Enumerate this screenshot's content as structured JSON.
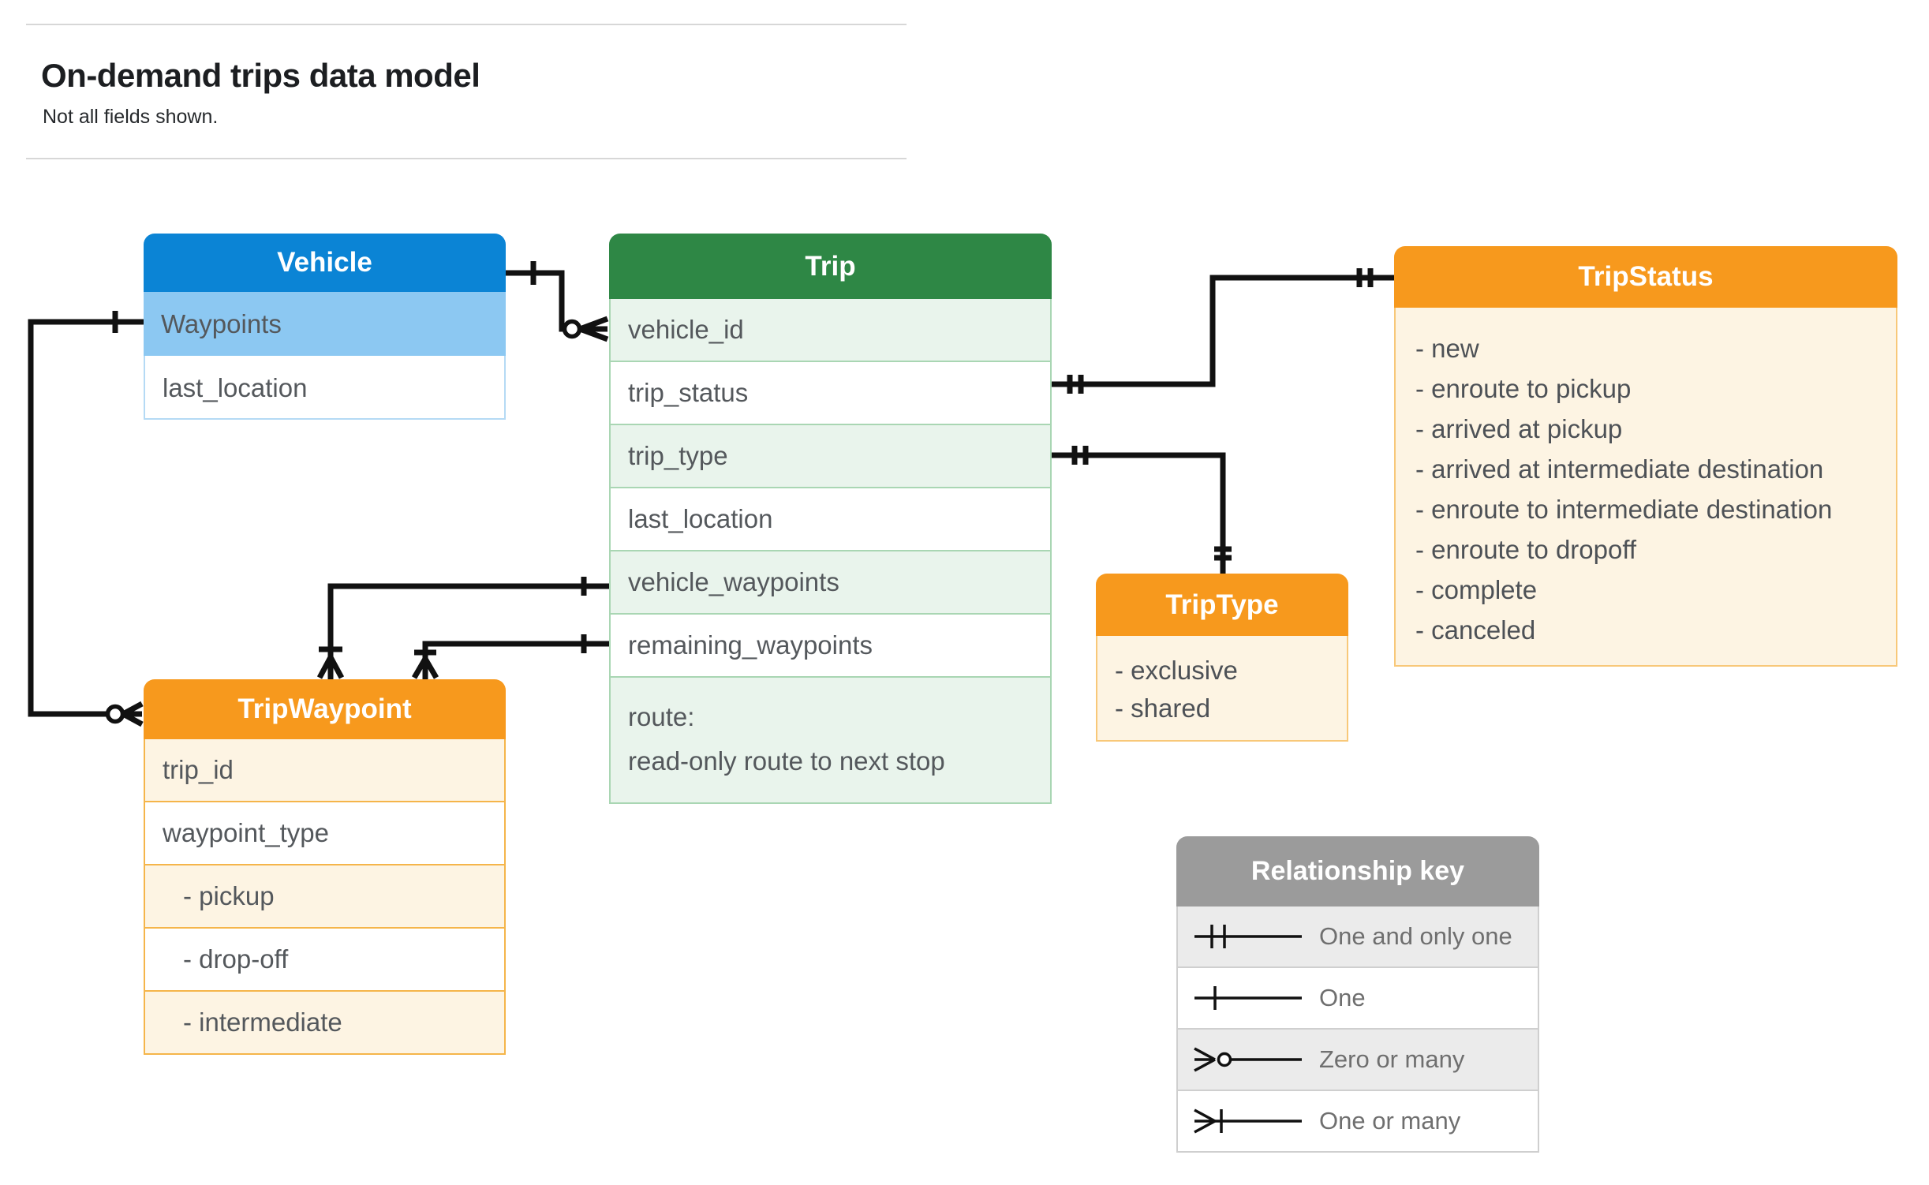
{
  "page": {
    "title": "On-demand trips data model",
    "subtitle": "Not all fields shown."
  },
  "tables": {
    "vehicle": {
      "title": "Vehicle",
      "rows": [
        "Waypoints",
        "last_location"
      ]
    },
    "trip": {
      "title": "Trip",
      "rows": [
        "vehicle_id",
        "trip_status",
        "trip_type",
        "last_location",
        "vehicle_waypoints",
        "remaining_waypoints"
      ],
      "route_row": {
        "line1": "route:",
        "line2": "read-only route to next stop"
      }
    },
    "trip_status": {
      "title": "TripStatus",
      "items": [
        "- new",
        "- enroute to pickup",
        "- arrived at pickup",
        "- arrived at intermediate destination",
        "- enroute to intermediate destination",
        "- enroute to dropoff",
        "- complete",
        "- canceled"
      ]
    },
    "trip_type": {
      "title": "TripType",
      "items": [
        "- exclusive",
        "- shared"
      ]
    },
    "trip_waypoint": {
      "title": "TripWaypoint",
      "rows": [
        "trip_id",
        "waypoint_type",
        "- pickup",
        "- drop-off",
        "- intermediate"
      ]
    }
  },
  "legend": {
    "title": "Relationship key",
    "items": [
      "One and only one",
      "One",
      "Zero or many",
      "One or many"
    ]
  },
  "colors": {
    "vehicle_header": "#0b84d5",
    "vehicle_highlight_row": "#8cc8f2",
    "trip_header": "#2e8745",
    "trip_row_tint": "#e9f4ec",
    "enum_header": "#f7991d",
    "enum_row_tint": "#fdf4e3",
    "legend_header": "#9b9b9b",
    "legend_row_tint": "#ebebeb",
    "connector": "#111111",
    "field_text": "#54585c"
  }
}
